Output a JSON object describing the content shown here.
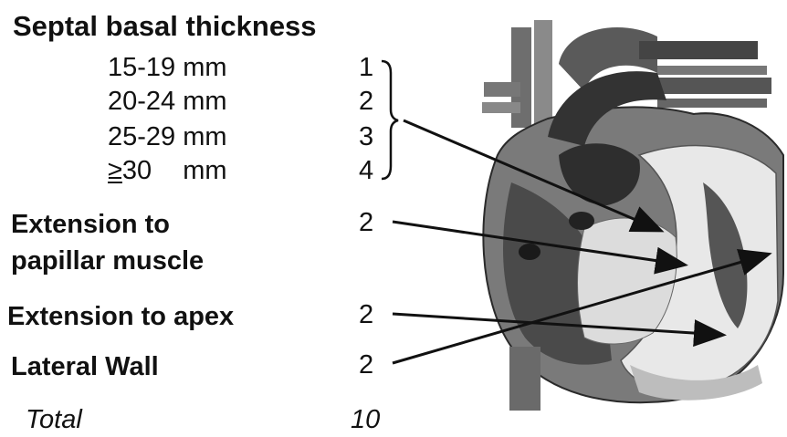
{
  "title": "Septal basal thickness",
  "basal_thickness_rows": [
    {
      "range": "15-19",
      "unit": "mm",
      "score": "1"
    },
    {
      "range": "20-24",
      "unit": "mm",
      "score": "2"
    },
    {
      "range": "25-29",
      "unit": "mm",
      "score": "3"
    },
    {
      "range_symbol": "≥",
      "range": "30",
      "unit": "mm",
      "score": "4"
    }
  ],
  "criteria": [
    {
      "label_line1": "Extension to",
      "label_line2": "papillar muscle",
      "score": "2"
    },
    {
      "label": "Extension to apex",
      "score": "2"
    },
    {
      "label": "Lateral Wall",
      "score": "2"
    }
  ],
  "total": {
    "label": "Total",
    "score": "10"
  },
  "colors": {
    "text": "#111111",
    "heart_dark": "#3a3a3a",
    "heart_mid": "#7a7a7a",
    "heart_light": "#d8d8d8",
    "myocardium_light": "#efefef"
  }
}
